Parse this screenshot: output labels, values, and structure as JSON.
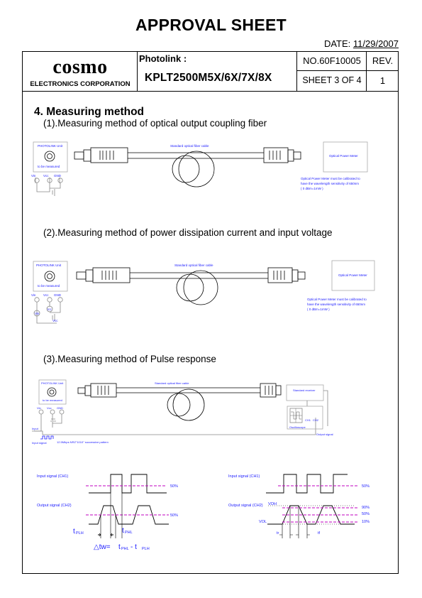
{
  "header": {
    "title": "APPROVAL SHEET",
    "date_label": "DATE:",
    "date_value": "11/29/2007",
    "company_logo": "cosmo",
    "company_name": "ELECTRONICS CORPORATION",
    "product_label": "Photolink :",
    "product_model": "KPLT2500M5X/6X/7X/8X",
    "doc_number": "NO.60F10005",
    "rev_label": "REV.",
    "sheet": "SHEET 3 OF 4",
    "rev_value": "1"
  },
  "section": {
    "title": "4. Measuring method",
    "sub1": "(1).Measuring method of optical output coupling fiber",
    "sub2": "(2).Measuring method of power dissipation current and input voltage",
    "sub3": "(3).Measuring method of Pulse response"
  },
  "diagram1": {
    "unit_title": "PHOTOLINK Unit",
    "unit_sub": "to be measured",
    "pins": [
      "Vin",
      "Vcc",
      "GND"
    ],
    "cable_label": "Standard optical fiber cable",
    "meter_label": "Optical Power Meter",
    "note": [
      "Optical Power Meter must be calibrated to",
      "have the wavelength sensitivity of 650nm",
      "( 0 dBm=1mW )"
    ]
  },
  "diagram2": {
    "unit_title": "PHOTOLINK Unit",
    "unit_sub": "to be measured",
    "pins": [
      "Vin",
      "Vcc",
      "GND"
    ],
    "meter_vin": "Vin",
    "meter_icc": "Icc",
    "supply_label": "Vcc",
    "cable_label": "Standard optical fiber cable",
    "meter_label": "Optical Power Meter",
    "note": [
      "Optical Power Meter must be calibrated to",
      "have the wavelength sensitivity of 650nm",
      "( 0 dBm=1mW )"
    ]
  },
  "diagram3": {
    "unit_title": "PHOTOLINK Unit",
    "unit_sub": "to be measured",
    "pins": [
      "Vin",
      "Vcc",
      "GND"
    ],
    "cable_label": "Standard optical fiber cable",
    "receiver_label": "Standard receiver",
    "input_label": "Input",
    "scope_label": "Oscilloscope",
    "ch1": "CH1",
    "ch2": "CH2",
    "output_signal": "Output signal",
    "input_signal": "Input signal",
    "pattern": "12.5Mbps NRZ\"1010\" successive pattern"
  },
  "waveform_left": {
    "input_label": "Input signal (CH1)",
    "output_label": "Output signal (CH2)",
    "pct_in": "50%",
    "pct_out": "50%",
    "tplh": "PLH",
    "tphl": "PHL",
    "formula_prefix": "△tw=",
    "formula_t1": "PHL",
    "formula_mid": " - t",
    "formula_t2": "PLH"
  },
  "waveform_right": {
    "input_label": "Input signal (CH1)",
    "output_label": "Output signal (CH2)",
    "pct_in": "50%",
    "voh": "VOH",
    "vol": "VOL",
    "pct_90": "90%",
    "pct_50": "50%",
    "pct_10": "10%",
    "tr": "tr",
    "tf": "tf"
  },
  "colors": {
    "diagram_text": "#1a1aff",
    "threshold": "#c000c0"
  }
}
